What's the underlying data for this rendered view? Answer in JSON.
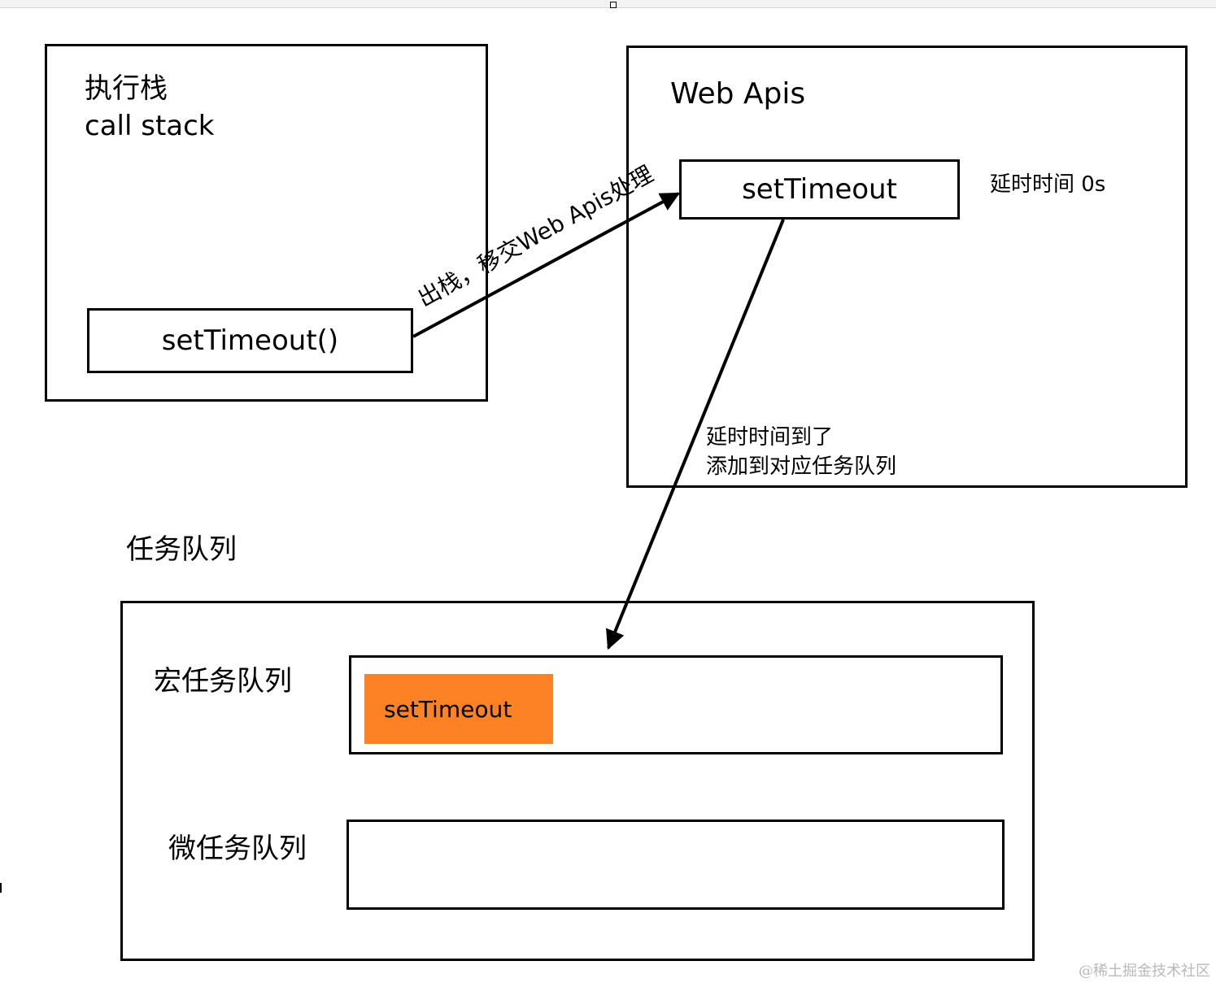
{
  "call_stack": {
    "title": "执行栈\ncall stack",
    "item": "setTimeout()"
  },
  "web_apis": {
    "title": "Web Apis",
    "item": "setTimeout",
    "delay_label": "延时时间 0s"
  },
  "arrows": {
    "to_web_apis_label": "出栈，移交Web Apis处理",
    "to_queue_label": "延时时间到了\n添加到对应任务队列"
  },
  "task_queue": {
    "title": "任务队列",
    "macro_label": "宏任务队列",
    "macro_item": "setTimeout",
    "micro_label": "微任务队列"
  },
  "colors": {
    "macro_item_fill": "#fc8224",
    "stroke": "#000000"
  },
  "watermark": "@稀土掘金技术社区"
}
